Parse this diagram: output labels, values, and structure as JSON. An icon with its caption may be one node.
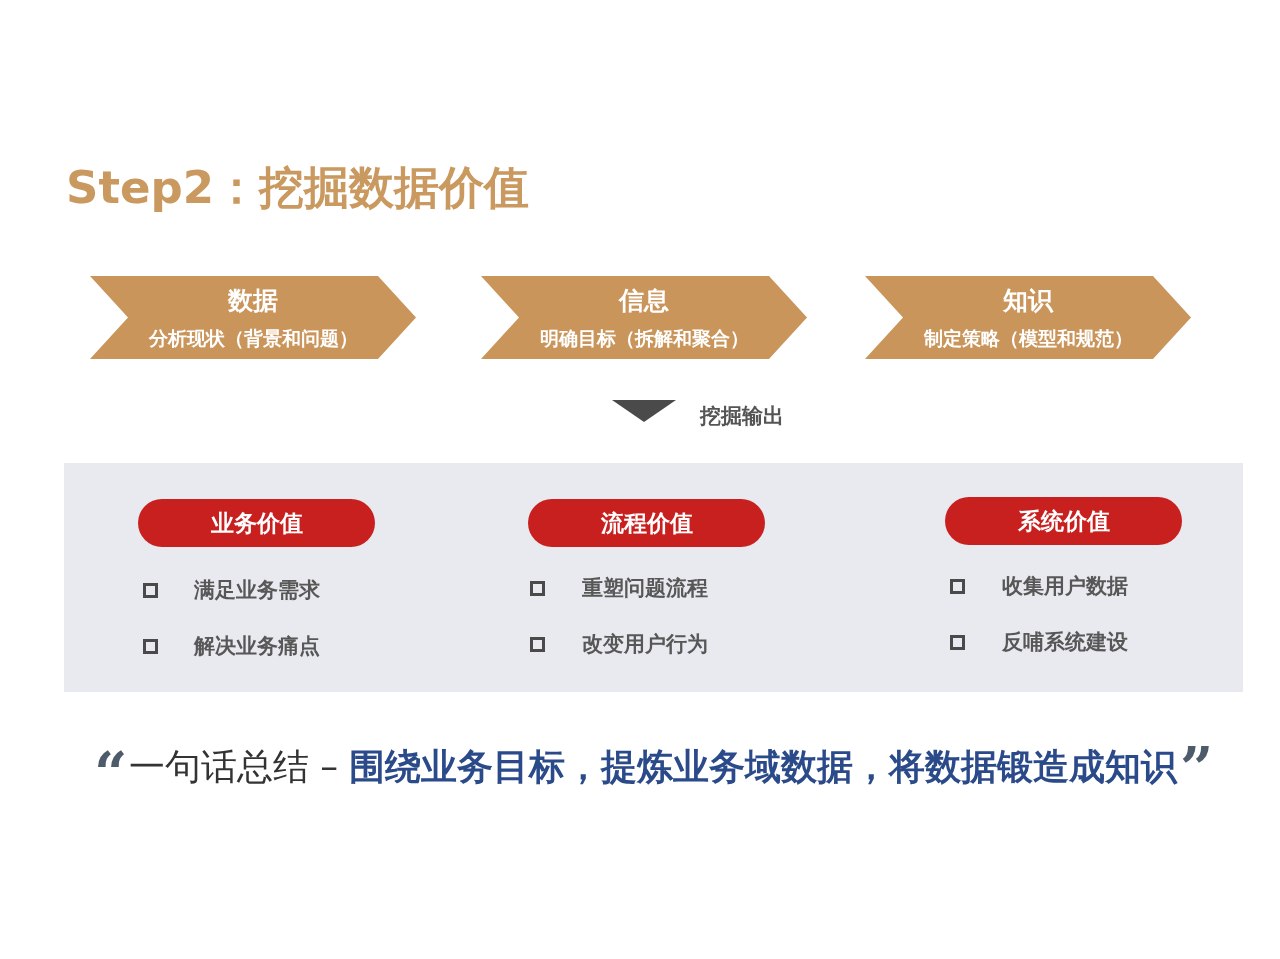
{
  "diagram": {
    "title": "Step2：挖掘数据价值",
    "nodes": [
      {
        "text": [
          "数据",
          "分析现状（背景和问题）"
        ]
      },
      {
        "text": [
          "信息",
          "明确目标（拆解和聚合）"
        ]
      },
      {
        "text": [
          "知识",
          "制定策略（模型和规范）"
        ]
      },
      {
        "text": [],
        "shape": "box"
      },
      {
        "text": [
          "业务价值"
        ],
        "in": 3,
        "beside": [
          "满足业务需求",
          "解决业务痛点"
        ]
      },
      {
        "text": [
          "流程价值"
        ],
        "in": 3,
        "beside": [
          "重塑问题流程",
          "改变用户行为"
        ]
      },
      {
        "text": [
          "系统价值"
        ],
        "in": 3,
        "beside": [
          "收集用户数据",
          "反哺系统建设"
        ]
      }
    ],
    "labels": [
      "挖掘输出",
      "“",
      "一句话总结 – **围绕业务目标，提炼业务域数据，将数据锻造成知识**",
      "”"
    ]
  }
}
